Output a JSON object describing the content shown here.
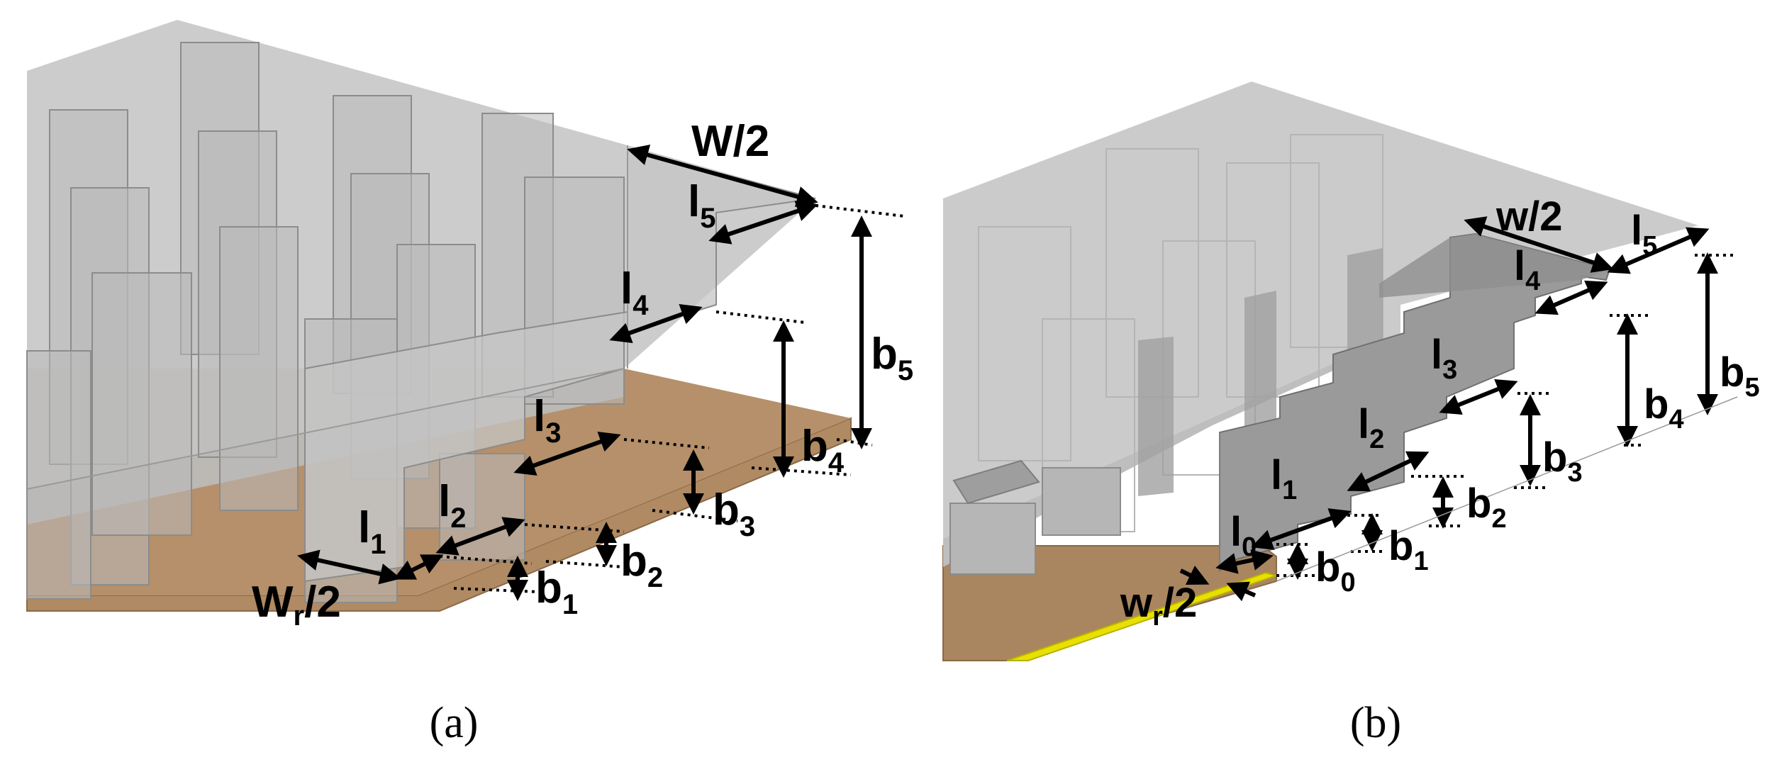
{
  "panel_a": {
    "caption": "(a)",
    "labels": {
      "W_half": "W/2",
      "Wr_half_main": "W",
      "Wr_half_sub": "r",
      "Wr_half_tail": "/2",
      "l5_main": "l",
      "l5_sub": "5",
      "l4_main": "l",
      "l4_sub": "4",
      "l3_main": "l",
      "l3_sub": "3",
      "l2_main": "l",
      "l2_sub": "2",
      "l1_main": "l",
      "l1_sub": "1",
      "b5_main": "b",
      "b5_sub": "5",
      "b4_main": "b",
      "b4_sub": "4",
      "b3_main": "b",
      "b3_sub": "3",
      "b2_main": "b",
      "b2_sub": "2",
      "b1_main": "b",
      "b1_sub": "1"
    }
  },
  "panel_b": {
    "caption": "(b)",
    "labels": {
      "w_half": "w/2",
      "wr_half_main": "w",
      "wr_half_sub": "r",
      "wr_half_tail": "/2",
      "l5_main": "l",
      "l5_sub": "5",
      "l4_main": "l",
      "l4_sub": "4",
      "l3_main": "l",
      "l3_sub": "3",
      "l2_main": "l",
      "l2_sub": "2",
      "l1_main": "l",
      "l1_sub": "1",
      "l0_main": "l",
      "l0_sub": "0",
      "b5_main": "b",
      "b5_sub": "5",
      "b4_main": "b",
      "b4_sub": "4",
      "b3_main": "b",
      "b3_sub": "3",
      "b2_main": "b",
      "b2_sub": "2",
      "b1_main": "b",
      "b1_sub": "1",
      "b0_main": "b",
      "b0_sub": "0"
    }
  },
  "colors": {
    "metal_gray": "#c8c8c8",
    "substrate": "#b08a63",
    "microstrip": "#e8e000",
    "background": "#ffffff"
  }
}
